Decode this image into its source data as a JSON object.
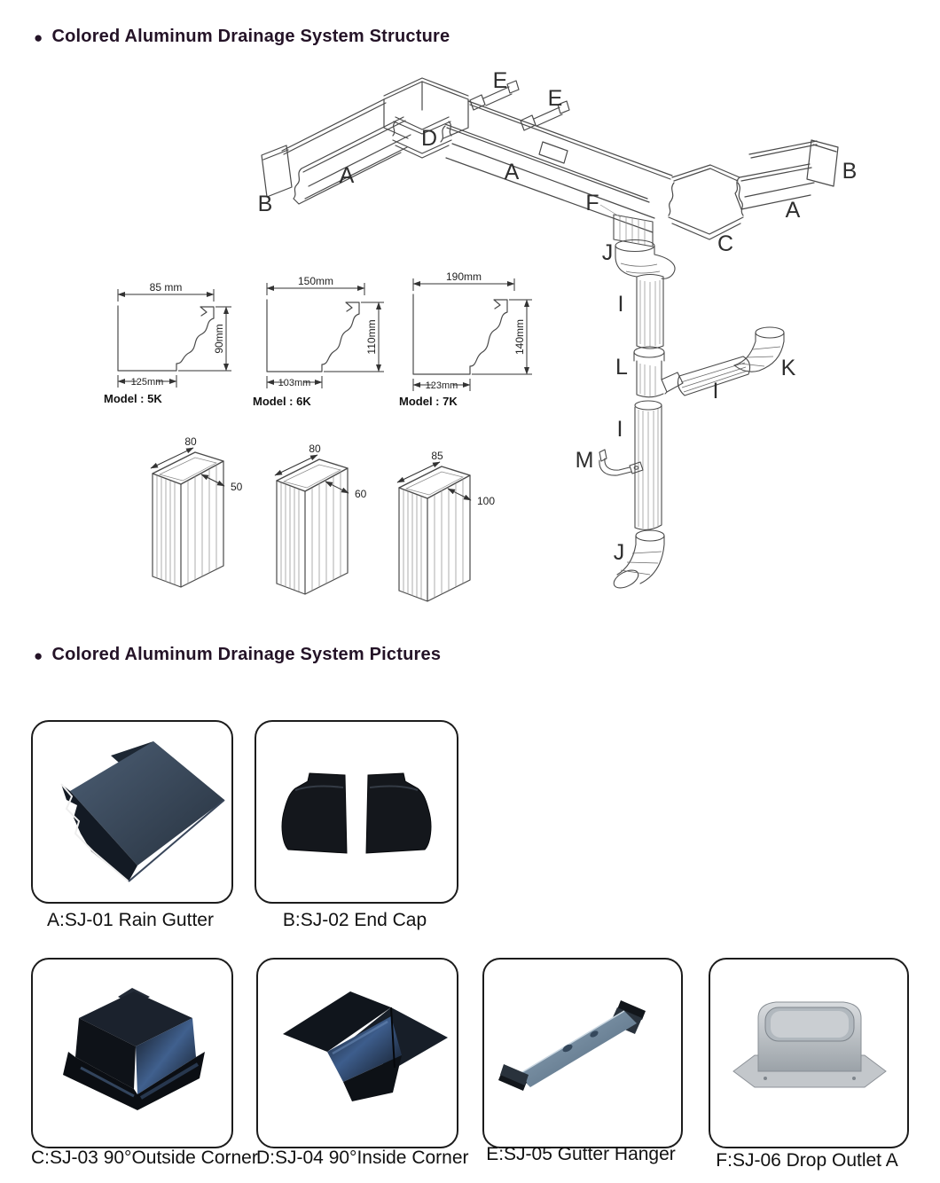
{
  "headings": {
    "bullet": "●",
    "structure": "Colored Aluminum Drainage System Structure",
    "pictures": "Colored Aluminum Drainage System Pictures"
  },
  "diagram": {
    "callouts": [
      {
        "text": "E"
      },
      {
        "text": "E"
      },
      {
        "text": "D"
      },
      {
        "text": "A"
      },
      {
        "text": "A"
      },
      {
        "text": "B"
      },
      {
        "text": "F"
      },
      {
        "text": "C"
      },
      {
        "text": "A"
      },
      {
        "text": "B"
      },
      {
        "text": "J"
      },
      {
        "text": "I"
      },
      {
        "text": "L"
      },
      {
        "text": "K"
      },
      {
        "text": "I"
      },
      {
        "text": "I"
      },
      {
        "text": "M"
      },
      {
        "text": "J"
      }
    ]
  },
  "profiles": [
    {
      "top_width": "85 mm",
      "height": "90mm",
      "bottom_width": "125mm",
      "model": "Model : 5K"
    },
    {
      "top_width": "150mm",
      "height": "110mm",
      "bottom_width": "103mm",
      "model": "Model : 6K"
    },
    {
      "top_width": "190mm",
      "height": "140mm",
      "bottom_width": "123mm",
      "model": "Model : 7K"
    }
  ],
  "downspouts": [
    {
      "width": "80",
      "depth": "50"
    },
    {
      "width": "80",
      "depth": "60"
    },
    {
      "width": "85",
      "depth": "100"
    }
  ],
  "products": [
    {
      "label": "A:SJ-01 Rain Gutter"
    },
    {
      "label": "B:SJ-02 End Cap"
    },
    {
      "label": "C:SJ-03 90°Outside Corner"
    },
    {
      "label": "D:SJ-04 90°Inside Corner"
    },
    {
      "label": "E:SJ-05 Gutter Hanger"
    },
    {
      "label": "F:SJ-06 Drop Outlet A"
    }
  ]
}
